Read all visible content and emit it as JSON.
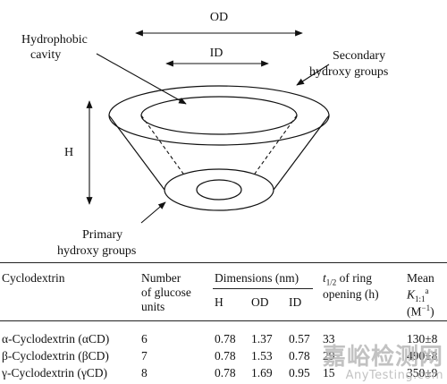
{
  "figure": {
    "labels": {
      "od": "OD",
      "id": "ID",
      "h": "H",
      "hydrophobic_line1": "Hydrophobic",
      "hydrophobic_line2": "cavity",
      "secondary_line1": "Secondary",
      "secondary_line2": "hydroxy groups",
      "primary_line1": "Primary",
      "primary_line2": "hydroxy groups"
    }
  },
  "table": {
    "header": {
      "cyclodextrin": "Cyclodextrin",
      "number_line1": "Number",
      "number_line2": "of glucose",
      "number_line3": "units",
      "dimensions": "Dimensions (nm)",
      "h": "H",
      "od": "OD",
      "id": "ID",
      "t_main": "t",
      "t_sub": "1/2",
      "t_rest": " of ring",
      "t_line2": "opening (h)",
      "mean": "Mean",
      "k_main": "K",
      "k_sub": "1:1",
      "k_sup": "a",
      "k_unit": "(M",
      "k_unit_sup": "−1",
      "k_unit_close": ")"
    },
    "rows": [
      {
        "name": "α-Cyclodextrin (αCD)",
        "units": "6",
        "h": "0.78",
        "od": "1.37",
        "id": "0.57",
        "t": "33",
        "k": "130±8"
      },
      {
        "name": "β-Cyclodextrin (βCD)",
        "units": "7",
        "h": "0.78",
        "od": "1.53",
        "id": "0.78",
        "t": "29",
        "k": "490±8"
      },
      {
        "name": "γ-Cyclodextrin (γCD)",
        "units": "8",
        "h": "0.78",
        "od": "1.69",
        "id": "0.95",
        "t": "15",
        "k": "350±9"
      }
    ]
  },
  "watermark": {
    "chinese": "嘉峪检测网",
    "english": "AnyTesting.com"
  }
}
